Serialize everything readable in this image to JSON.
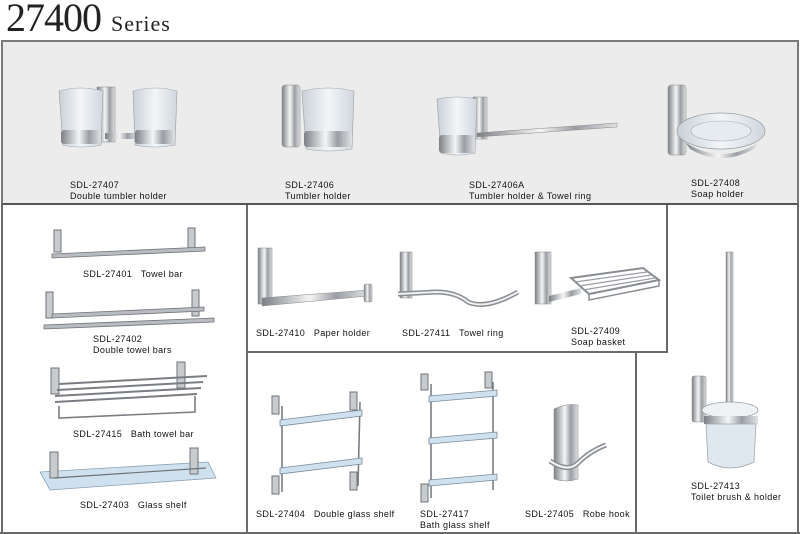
{
  "title": {
    "number": "27400",
    "word": "Series"
  },
  "products": {
    "p27407": {
      "code": "SDL-27407",
      "name": "Double tumbler holder"
    },
    "p27406": {
      "code": "SDL-27406",
      "name": "Tumbler holder"
    },
    "p27406a": {
      "code": "SDL-27406A",
      "name": "Tumbler holder & Towel ring"
    },
    "p27408": {
      "code": "SDL-27408",
      "name": "Soap holder"
    },
    "p27401": {
      "code": "SDL-27401",
      "name": "Towel bar"
    },
    "p27402": {
      "code": "SDL-27402",
      "name": "Double towel bars"
    },
    "p27415": {
      "code": "SDL-27415",
      "name": "Bath towel bar"
    },
    "p27403": {
      "code": "SDL-27403",
      "name": "Glass shelf"
    },
    "p27410": {
      "code": "SDL-27410",
      "name": "Paper holder"
    },
    "p27411": {
      "code": "SDL-27411",
      "name": "Towel ring"
    },
    "p27409": {
      "code": "SDL-27409",
      "name": "Soap basket"
    },
    "p27404": {
      "code": "SDL-27404",
      "name": "Double glass shelf"
    },
    "p27417": {
      "code": "SDL-27417",
      "name": "Bath glass shelf"
    },
    "p27405": {
      "code": "SDL-27405",
      "name": "Robe hook"
    },
    "p27413": {
      "code": "SDL-27413",
      "name": "Toilet brush & holder"
    }
  },
  "colors": {
    "chrome": "#b8bcc0",
    "chrome_dark": "#6f7378",
    "glass": "#dde6ee",
    "panel_bg": "#ececec",
    "border": "#6a6a6a"
  }
}
